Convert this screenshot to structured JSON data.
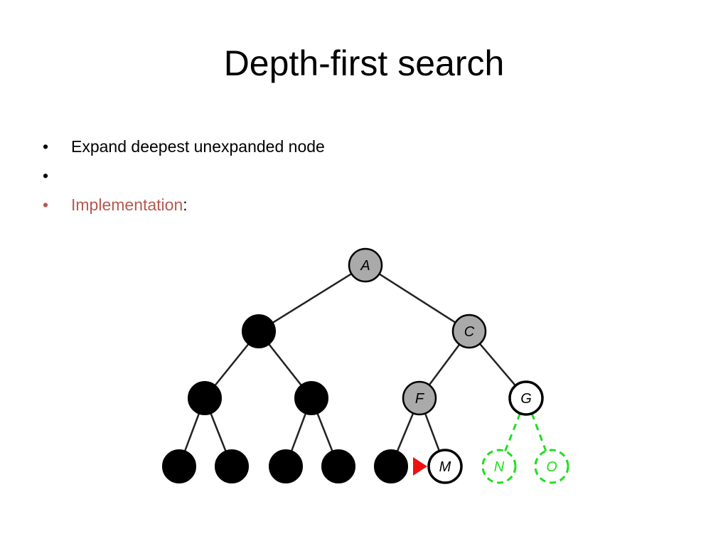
{
  "slide": {
    "title": "Depth-first search",
    "bullets": [
      {
        "text": "Expand deepest unexpanded node",
        "suffix": "",
        "accent": false
      },
      {
        "text": "",
        "suffix": "",
        "accent": false
      },
      {
        "text": "Implementation",
        "suffix": ":",
        "accent": true
      }
    ],
    "bullet_glyph": "•"
  },
  "colors": {
    "accent_text": "#b55a4f",
    "expanded_fill": "#aaaaaa",
    "visited_fill": "#000000",
    "frontier_fill": "#ffffff",
    "unvisited_stroke": "#22dd22",
    "pointer": "#ee1111"
  },
  "tree": {
    "nodes": [
      {
        "id": "A",
        "label": "A",
        "state": "expanded"
      },
      {
        "id": "B",
        "label": "",
        "state": "visited"
      },
      {
        "id": "C",
        "label": "C",
        "state": "expanded"
      },
      {
        "id": "D",
        "label": "",
        "state": "visited"
      },
      {
        "id": "E",
        "label": "",
        "state": "visited"
      },
      {
        "id": "F",
        "label": "F",
        "state": "expanded"
      },
      {
        "id": "G",
        "label": "G",
        "state": "frontier"
      },
      {
        "id": "H",
        "label": "",
        "state": "visited"
      },
      {
        "id": "I",
        "label": "",
        "state": "visited"
      },
      {
        "id": "J",
        "label": "",
        "state": "visited"
      },
      {
        "id": "K",
        "label": "",
        "state": "visited"
      },
      {
        "id": "L",
        "label": "",
        "state": "visited"
      },
      {
        "id": "M",
        "label": "M",
        "state": "frontier"
      },
      {
        "id": "N",
        "label": "N",
        "state": "unvisited"
      },
      {
        "id": "O",
        "label": "O",
        "state": "unvisited"
      }
    ],
    "edges": [
      {
        "from": "A",
        "to": "B",
        "style": "solid"
      },
      {
        "from": "A",
        "to": "C",
        "style": "solid"
      },
      {
        "from": "B",
        "to": "D",
        "style": "solid"
      },
      {
        "from": "B",
        "to": "E",
        "style": "solid"
      },
      {
        "from": "C",
        "to": "F",
        "style": "solid"
      },
      {
        "from": "C",
        "to": "G",
        "style": "solid"
      },
      {
        "from": "D",
        "to": "H",
        "style": "solid"
      },
      {
        "from": "D",
        "to": "I",
        "style": "solid"
      },
      {
        "from": "E",
        "to": "J",
        "style": "solid"
      },
      {
        "from": "E",
        "to": "K",
        "style": "solid"
      },
      {
        "from": "F",
        "to": "L",
        "style": "solid"
      },
      {
        "from": "F",
        "to": "M",
        "style": "solid"
      },
      {
        "from": "G",
        "to": "N",
        "style": "dashed"
      },
      {
        "from": "G",
        "to": "O",
        "style": "dashed"
      }
    ],
    "current_node": "M"
  }
}
